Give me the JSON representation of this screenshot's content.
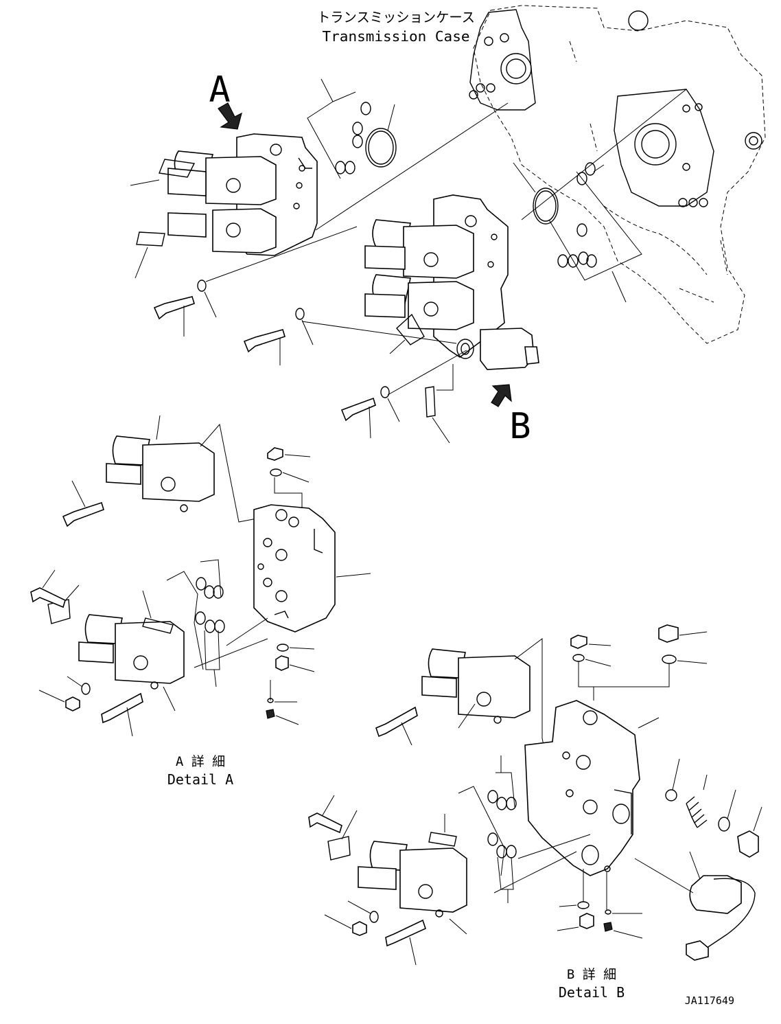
{
  "labels": {
    "case_jp": "トランスミッションケース",
    "case_en": "Transmission Case",
    "view_a": "A",
    "view_b": "B",
    "detail_a_jp": "A 詳 細",
    "detail_a_en": "Detail A",
    "detail_b_jp": "B 詳 細",
    "detail_b_en": "Detail B",
    "drawing_id": "JA117649"
  }
}
